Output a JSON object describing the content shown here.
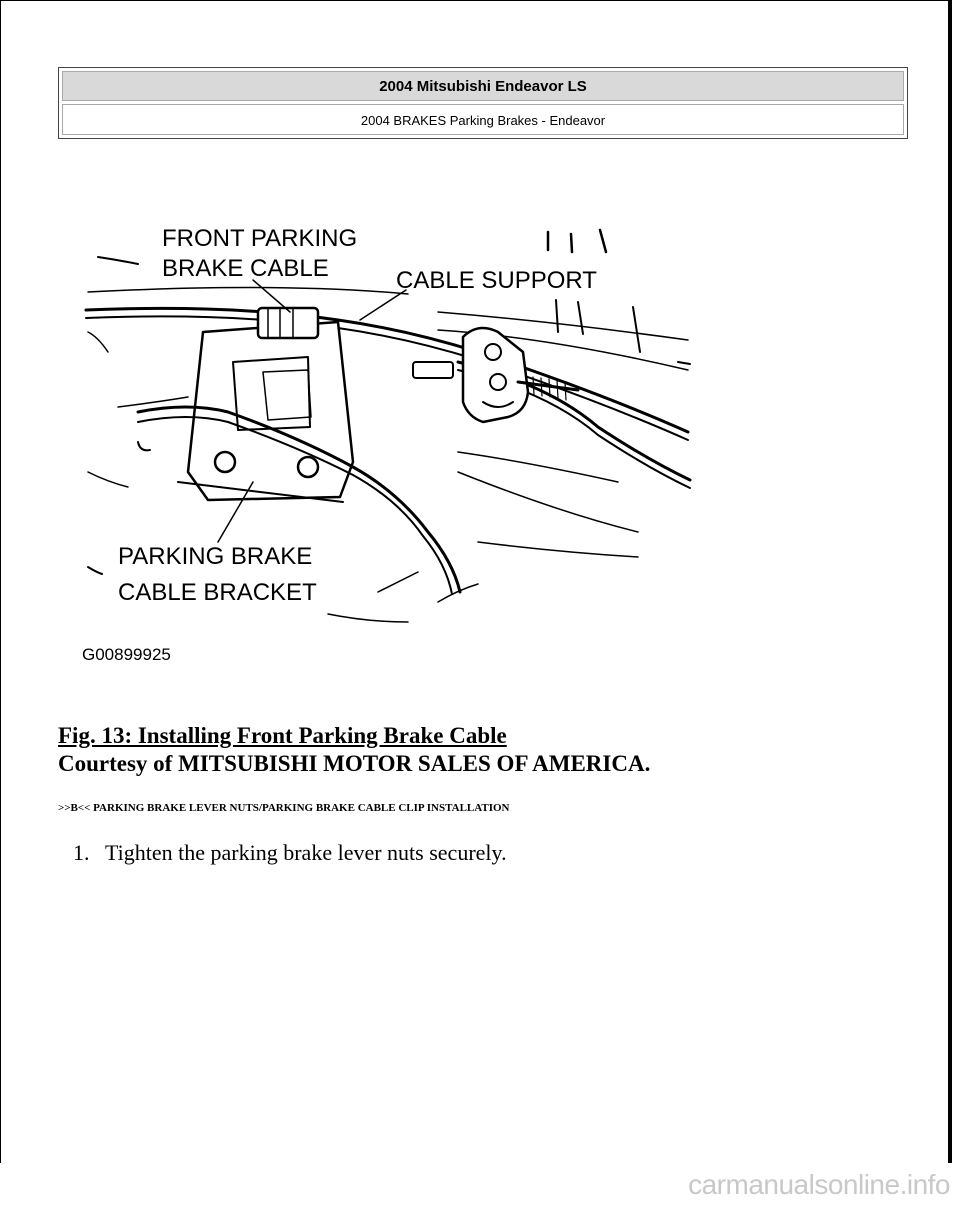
{
  "header": {
    "title": "2004 Mitsubishi Endeavor LS",
    "subtitle": "2004 BRAKES Parking Brakes - Endeavor"
  },
  "figure": {
    "callouts": {
      "front_cable_line1": "FRONT PARKING",
      "front_cable_line2": "BRAKE CABLE",
      "cable_support": "CABLE SUPPORT",
      "bracket_line1": "PARKING BRAKE",
      "bracket_line2": "CABLE BRACKET"
    },
    "figure_code": "G00899925"
  },
  "caption": {
    "title": "Fig. 13: Installing Front Parking Brake Cable",
    "courtesy": "Courtesy of MITSUBISHI MOTOR SALES OF AMERICA."
  },
  "section": {
    "heading": ">>B<< PARKING BRAKE LEVER NUTS/PARKING BRAKE CABLE CLIP INSTALLATION",
    "steps": [
      {
        "number": "1.",
        "text": "Tighten the parking brake lever nuts securely."
      }
    ]
  },
  "watermark": "carmanualsonline.info"
}
